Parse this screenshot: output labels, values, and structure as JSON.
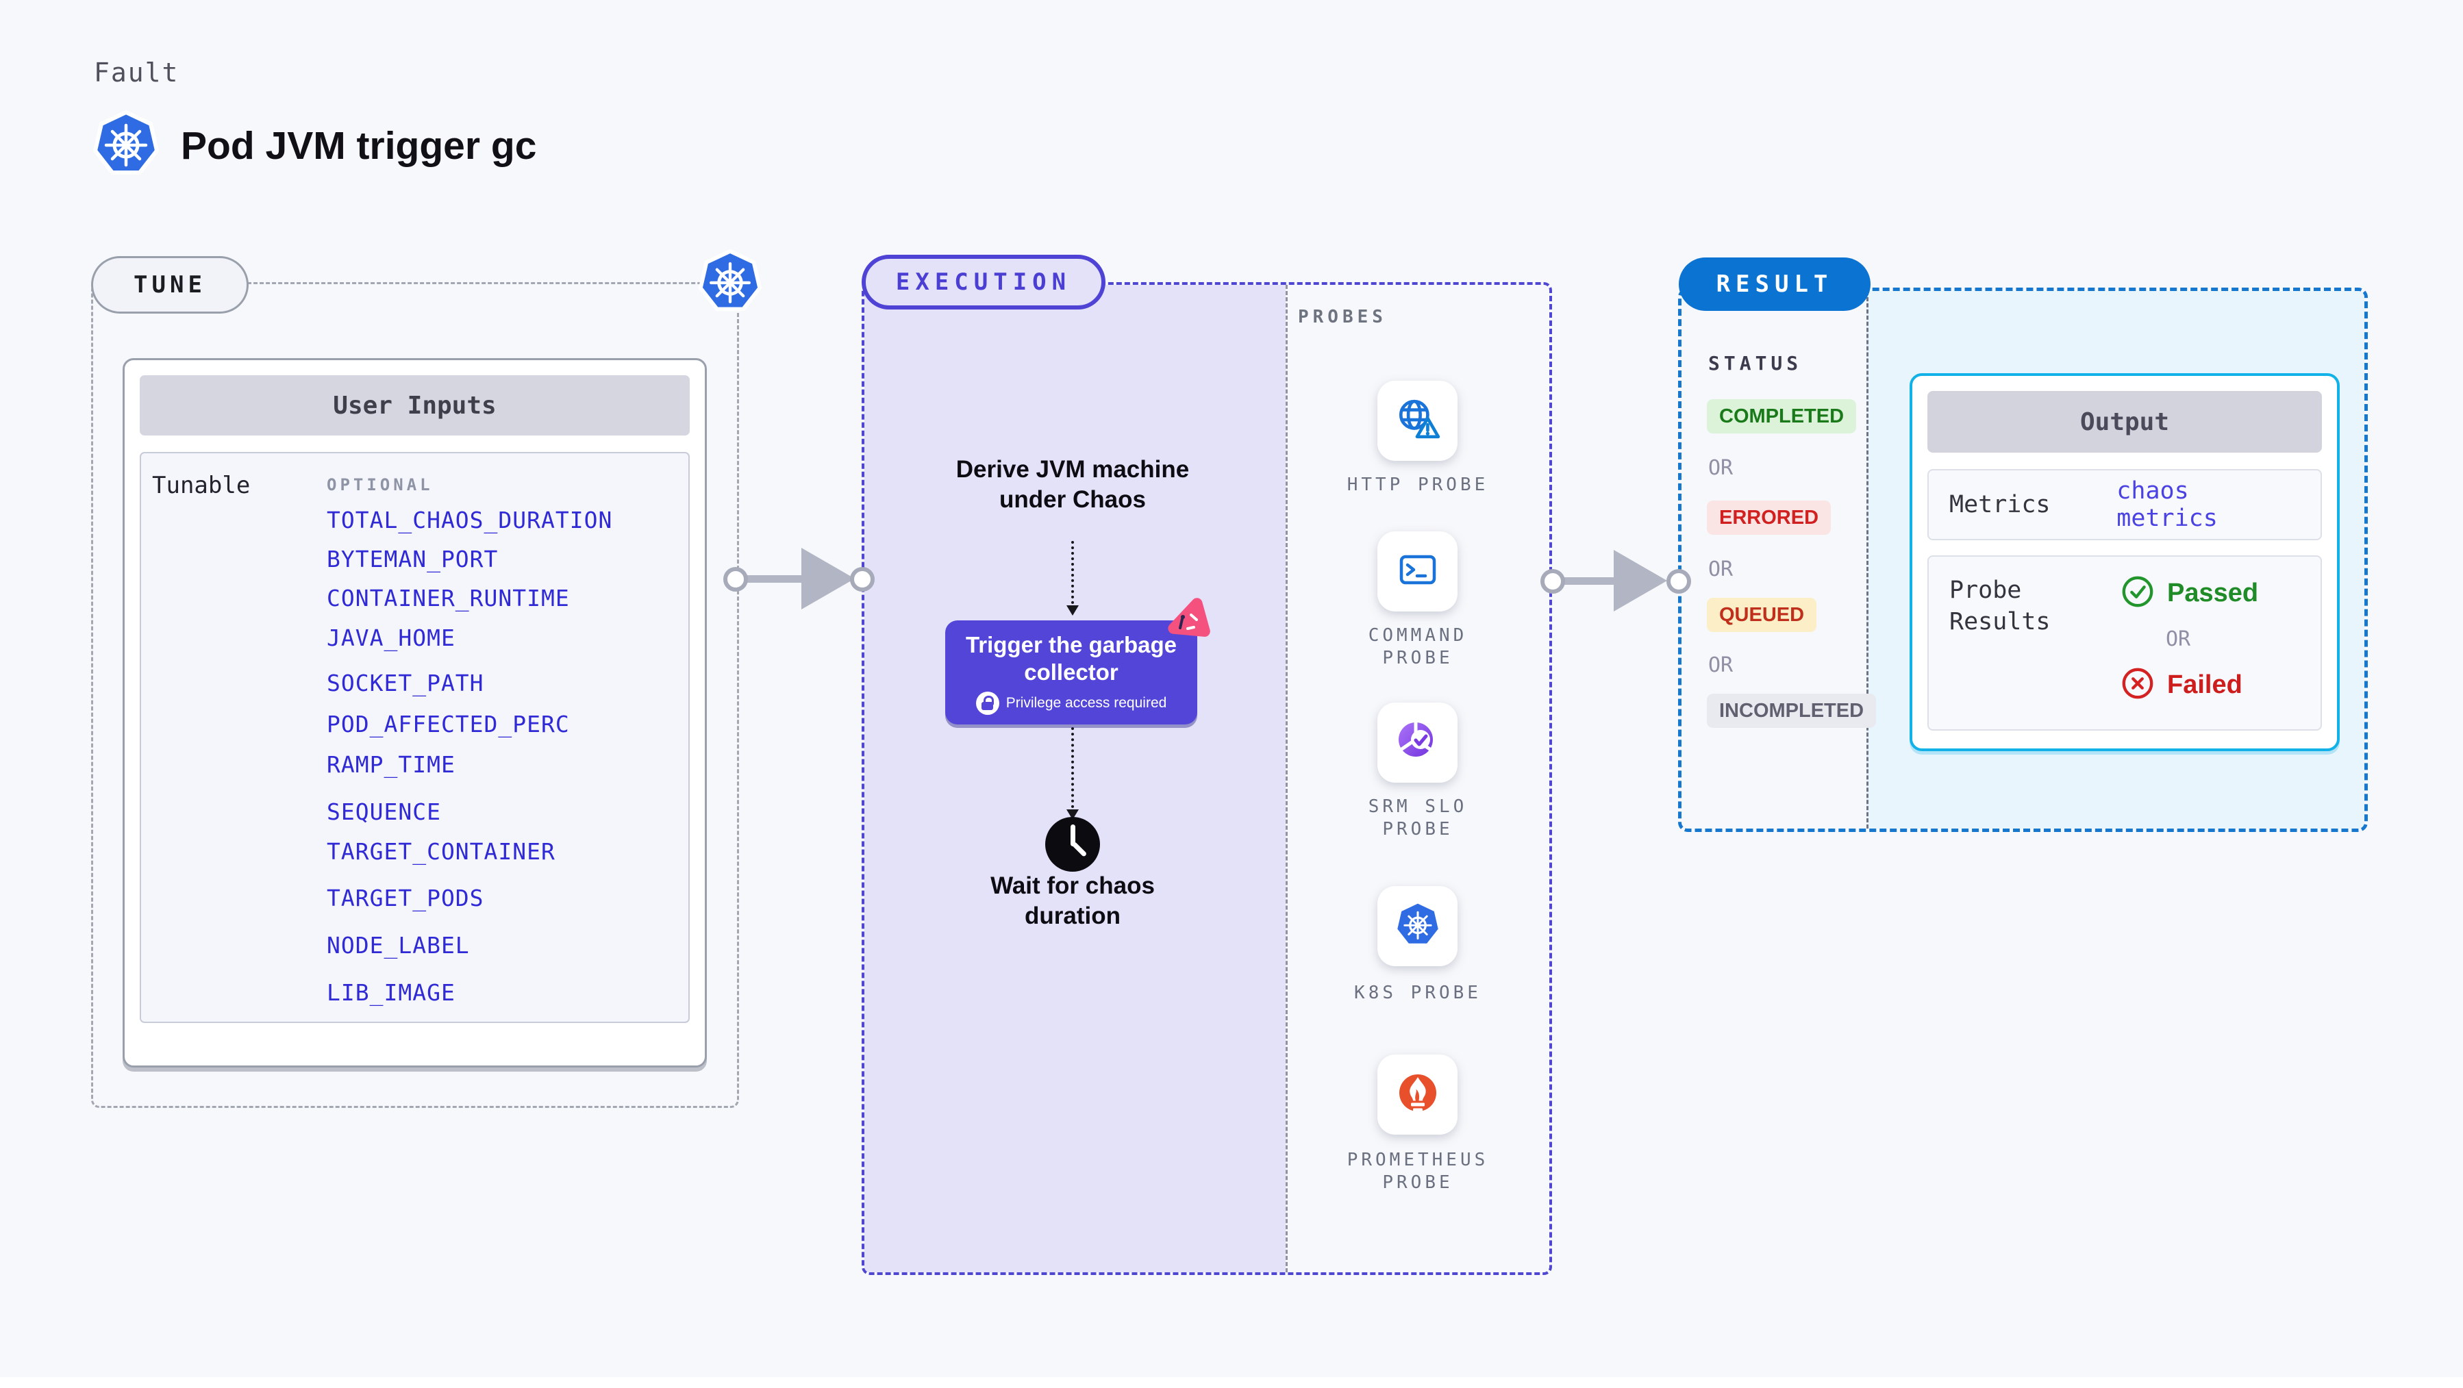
{
  "page": {
    "kicker": "Fault",
    "title": "Pod JVM trigger gc"
  },
  "colors": {
    "background": "#f7f8fb",
    "env_var_blue": "#2f2ad5",
    "execution_accent": "#4f43d6",
    "execution_fill": "#e4e2f9",
    "action_button_purple": "#5245d8",
    "chaos_icon_pink": "#f4517e",
    "result_accent": "#0b73d2",
    "result_dashed_border": "#1577cd",
    "output_border_cyan": "#12b1e8",
    "success_green": "#1a7a1a",
    "error_red": "#d02020",
    "warning_yellow_bg": "#fcefc7",
    "kubernetes_blue": "#2f6ce3",
    "prometheus_orange": "#e8502b"
  },
  "tune": {
    "badge": "TUNE",
    "table_title": "User Inputs",
    "row_label": "Tunable",
    "column_label": "OPTIONAL",
    "env_vars": [
      "TOTAL_CHAOS_DURATION",
      "BYTEMAN_PORT",
      "CONTAINER_RUNTIME",
      "JAVA_HOME",
      "SOCKET_PATH",
      "POD_AFFECTED_PERC",
      "RAMP_TIME",
      "SEQUENCE",
      "TARGET_CONTAINER",
      "TARGET_PODS",
      "NODE_LABEL",
      "LIB_IMAGE"
    ]
  },
  "execution": {
    "badge": "EXECUTION",
    "step_derive": "Derive JVM machine\nunder Chaos",
    "action": "Trigger the garbage\ncollector",
    "action_note": "Privilege access required",
    "step_wait": "Wait for chaos\nduration"
  },
  "probes": {
    "label": "PROBES",
    "items": [
      {
        "icon": "globe-alert-icon",
        "label": "HTTP PROBE"
      },
      {
        "icon": "terminal-icon",
        "label": "COMMAND\nPROBE"
      },
      {
        "icon": "slo-donut-icon",
        "label": "SRM SLO\nPROBE"
      },
      {
        "icon": "kubernetes-icon",
        "label": "K8S PROBE"
      },
      {
        "icon": "prometheus-flame-icon",
        "label": "PROMETHEUS\nPROBE"
      }
    ]
  },
  "result": {
    "badge": "RESULT",
    "status_label": "STATUS",
    "or_label": "OR",
    "statuses": [
      {
        "label": "COMPLETED",
        "type": "success"
      },
      {
        "label": "ERRORED",
        "type": "error"
      },
      {
        "label": "QUEUED",
        "type": "warning"
      },
      {
        "label": "INCOMPLETED",
        "type": "neutral"
      }
    ],
    "output": {
      "title": "Output",
      "metrics_label": "Metrics",
      "metrics_value": "chaos metrics",
      "probe_results_label": "Probe Results",
      "passed_label": "Passed",
      "failed_label": "Failed"
    }
  }
}
